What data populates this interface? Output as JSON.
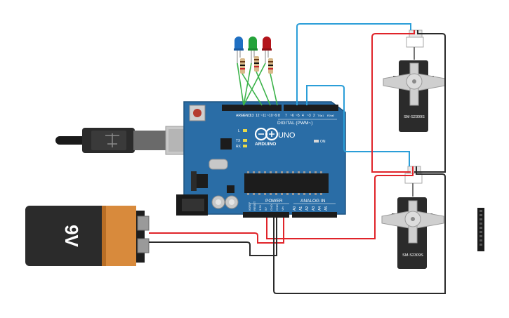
{
  "board": {
    "brand": "ARDUINO",
    "model": "UNO",
    "digital_label": "DIGITAL (PWM~)",
    "power_label": "POWER",
    "analog_label": "ANALOG IN",
    "on_label": "ON",
    "aref_label": "AREF",
    "gnd_label": "GND",
    "pin_13": "13",
    "pin_12": "12",
    "pin_11": "~11",
    "pin_10": "~10",
    "pin_9": "~9",
    "pin_8": "8",
    "pin_7": "7",
    "pin_6": "~6",
    "pin_5": "~5",
    "pin_4": "4",
    "pin_3": "~3",
    "pin_2": "2",
    "pin_tx1": "TX▸1",
    "pin_rx0": "RX◂0",
    "led_l": "L",
    "led_tx": "TX",
    "led_rx": "RX",
    "power_ioref": "IOREF",
    "power_reset": "RESET",
    "power_3v3": "3.3V",
    "power_5v": "5V",
    "power_gnd1": "GND",
    "power_gnd2": "GND",
    "power_vin": "Vin",
    "analog_a0": "A0",
    "analog_a1": "A1",
    "analog_a2": "A2",
    "analog_a3": "A3",
    "analog_a4": "A4",
    "analog_a5": "A5"
  },
  "battery": {
    "label": "9V"
  },
  "servo_top": {
    "model": "SM-S2309S"
  },
  "servo_bottom": {
    "model": "SM-S2309S"
  },
  "colors": {
    "board": "#2a6da6",
    "board_edge": "#1f5480",
    "wire_blue": "#2b9ed8",
    "wire_red": "#e0242a",
    "wire_black": "#2a2a2a",
    "wire_green": "#3cb34a",
    "led_blue": "#1f6fc2",
    "led_green": "#24a33a",
    "led_red": "#b3141b",
    "battery_orange": "#d88a3c",
    "battery_black": "#2b2b2b"
  }
}
